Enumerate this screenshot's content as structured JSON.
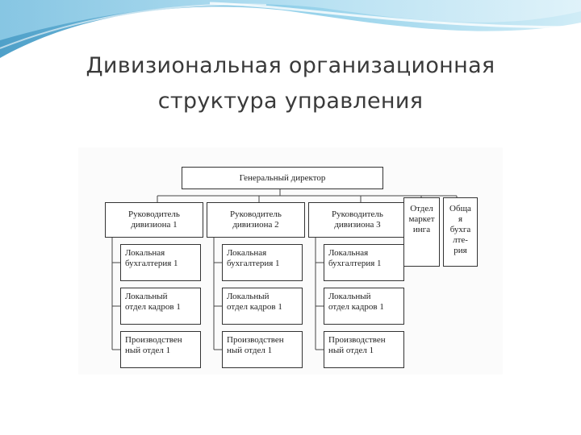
{
  "slide": {
    "title_line1": "Дивизиональная организационная",
    "title_line2": "структура управления"
  },
  "org": {
    "director": "Генеральный директор",
    "divisions": [
      {
        "head": [
          "Руководитель",
          "дивизиона 1"
        ],
        "units": [
          [
            "Локальная",
            "бухгалтерия 1"
          ],
          [
            "Локальный",
            "отдел кадров 1"
          ],
          [
            "Производствен",
            "ный отдел 1"
          ]
        ]
      },
      {
        "head": [
          "Руководитель",
          "дивизиона 2"
        ],
        "units": [
          [
            "Локальная",
            "бухгалтерия 1"
          ],
          [
            "Локальный",
            "отдел кадров 1"
          ],
          [
            "Производствен",
            "ный отдел 1"
          ]
        ]
      },
      {
        "head": [
          "Руководитель",
          "дивизиона 3"
        ],
        "units": [
          [
            "Локальная",
            "бухгалтерия 1"
          ],
          [
            "Локальный",
            "отдел кадров 1"
          ],
          [
            "Производствен",
            "ный отдел 1"
          ]
        ]
      }
    ],
    "marketing": [
      "Отдел",
      "маркет",
      "инга"
    ],
    "accounting": [
      "Обща",
      "я",
      "бухга",
      "лте-",
      "рия"
    ]
  }
}
